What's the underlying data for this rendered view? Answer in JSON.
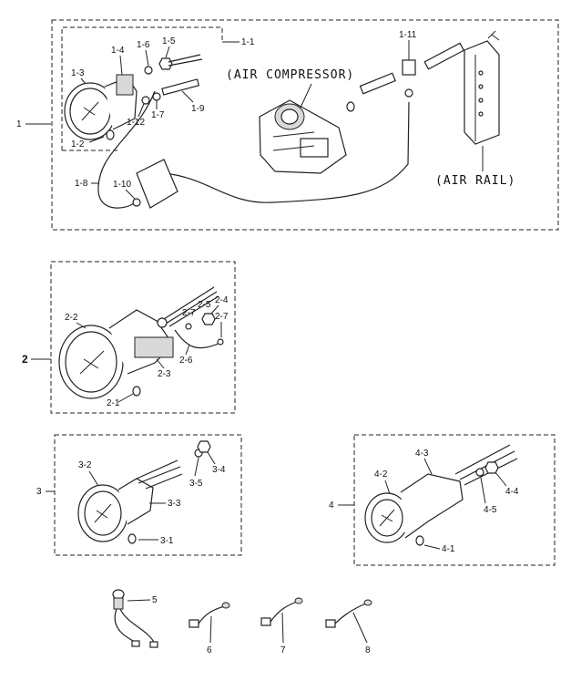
{
  "groups": {
    "g1": {
      "number": "1",
      "subgroup": "1-1",
      "parts": [
        "1-2",
        "1-3",
        "1-4",
        "1-5",
        "1-6",
        "1-7",
        "1-8",
        "1-9",
        "1-10",
        "1-11",
        "1-12"
      ],
      "callouts": {
        "compressor": "(AIR COMPRESSOR)",
        "rail": "(AIR RAIL)"
      }
    },
    "g2": {
      "number": "2",
      "parts": [
        "2-1",
        "2-2",
        "2-3",
        "2-4",
        "2-5",
        "2-6",
        "2-7",
        "2-7"
      ]
    },
    "g3": {
      "number": "3",
      "parts": [
        "3-1",
        "3-2",
        "3-3",
        "3-4",
        "3-5"
      ]
    },
    "g4": {
      "number": "4",
      "parts": [
        "4-1",
        "4-2",
        "4-3",
        "4-4",
        "4-5"
      ]
    },
    "loose": [
      "5",
      "6",
      "7",
      "8"
    ]
  }
}
